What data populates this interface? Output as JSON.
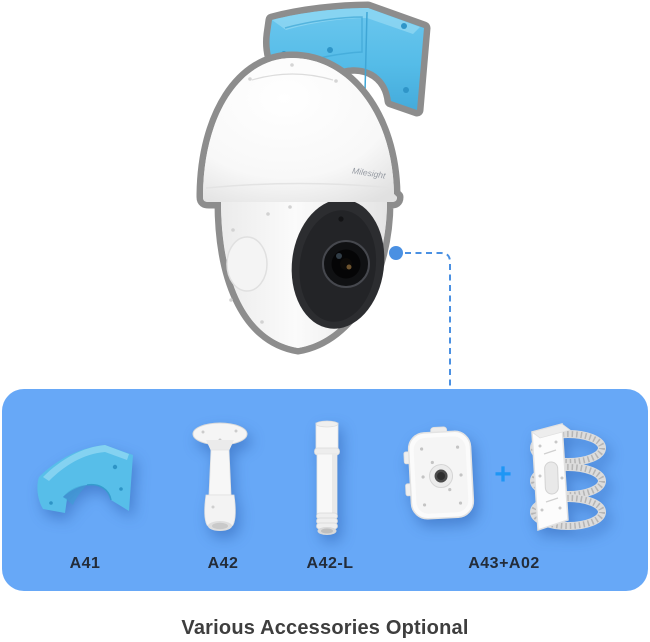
{
  "hero": {
    "brand_logo": "Milesight",
    "product": "ptz-speed-dome-camera-with-wall-mount"
  },
  "connector": {
    "style": "dashed",
    "color": "#4a90e2"
  },
  "accessories_panel": {
    "background": "#67a8f7",
    "plus_sign": "+",
    "items": [
      {
        "label": "A41",
        "icon": "wall-mount-bracket"
      },
      {
        "label": "A42",
        "icon": "ceiling-mount"
      },
      {
        "label": "A42-L",
        "icon": "extension-pole-long"
      },
      {
        "label": "A43+A02",
        "icon": "junction-box-plus-pole-mount"
      }
    ]
  },
  "caption": {
    "text": "Various Accessories Optional"
  },
  "theme": {
    "panel_bg": "#67a8f7",
    "accent_blue": "#4a90e2",
    "bracket_blue": "#57bee9",
    "plus_blue": "#1e96f5",
    "label_color": "#232c39",
    "caption_color": "#3e3e3e",
    "outline_gray": "#8d8d8d"
  }
}
